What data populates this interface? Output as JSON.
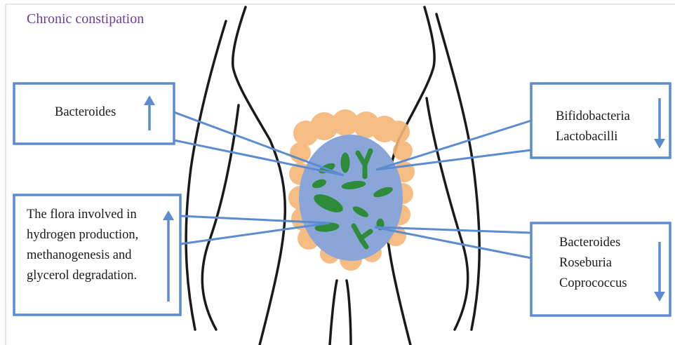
{
  "title": "Chronic constipation",
  "boxes": [
    {
      "lines": [
        "Bacteroides"
      ],
      "direction": "up"
    },
    {
      "lines": [
        "Bifidobacteria",
        "Lactobacilli"
      ],
      "direction": "down"
    },
    {
      "lines": [
        "The flora involved in",
        "hydrogen production,",
        "methanogenesis and",
        "glycerol degradation."
      ],
      "direction": "up"
    },
    {
      "lines": [
        "Bacteroides",
        "Roseburia",
        "Coprococcus"
      ],
      "direction": "down"
    }
  ],
  "colors": {
    "box_border": "#5b8bd0",
    "arrow": "#5b8bd0",
    "title": "#6a3d9a",
    "colon": "#f4b577",
    "gut_circle": "#8aa6d8",
    "bacteria": "#2e8b3a",
    "outline": "#1a1a1a"
  }
}
